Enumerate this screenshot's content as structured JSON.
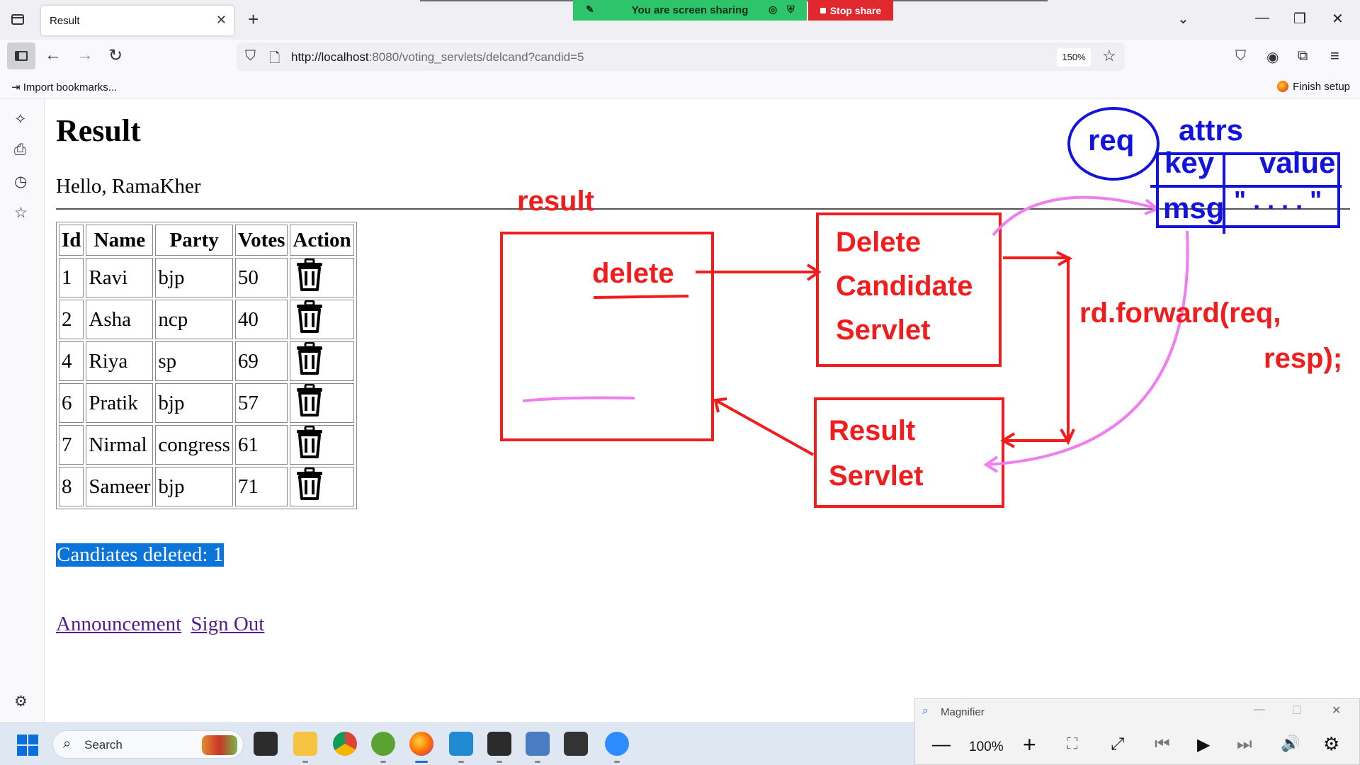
{
  "browser": {
    "tab_title": "Result",
    "tab_close": "✕",
    "new_tab": "+",
    "url_host": "http://localhost",
    "url_path": ":8080/voting_servlets/delcand?candid=5",
    "zoom": "150%",
    "bookmarks_import": "Import bookmarks...",
    "finish_setup": "Finish setup"
  },
  "screen_share": {
    "status": "You are screen sharing",
    "stop_label": "Stop share"
  },
  "page": {
    "title": "Result",
    "greeting": "Hello, RamaKher",
    "table": {
      "headers": [
        "Id",
        "Name",
        "Party",
        "Votes",
        "Action"
      ],
      "rows": [
        {
          "id": "1",
          "name": "Ravi",
          "party": "bjp",
          "votes": "50"
        },
        {
          "id": "2",
          "name": "Asha",
          "party": "ncp",
          "votes": "40"
        },
        {
          "id": "4",
          "name": "Riya",
          "party": "sp",
          "votes": "69"
        },
        {
          "id": "6",
          "name": "Pratik",
          "party": "bjp",
          "votes": "57"
        },
        {
          "id": "7",
          "name": "Nirmal",
          "party": "congress",
          "votes": "61"
        },
        {
          "id": "8",
          "name": "Sameer",
          "party": "bjp",
          "votes": "71"
        }
      ]
    },
    "deleted_message": "Candiates deleted: 1",
    "link_announcement": "Announcement",
    "link_signout": "Sign Out"
  },
  "annotations": {
    "result_label": "result",
    "delete_label": "delete",
    "delete_servlet": [
      "Delete",
      "Candidate",
      "Servlet"
    ],
    "result_servlet": [
      "Result",
      "Servlet"
    ],
    "forward_line1": "rd.forward(req,",
    "forward_line2": "resp);",
    "req_label": "req",
    "attrs_label": "attrs",
    "key_header": "key",
    "value_header": "value",
    "msg_key": "msg",
    "msg_value": "\" . . . . \"",
    "colors": {
      "red": "#f21c1c",
      "blue": "#1313e0",
      "pink": "#f07ef0"
    }
  },
  "magnifier": {
    "title": "Magnifier",
    "zoom": "100%"
  },
  "taskbar": {
    "search_placeholder": "Search"
  }
}
